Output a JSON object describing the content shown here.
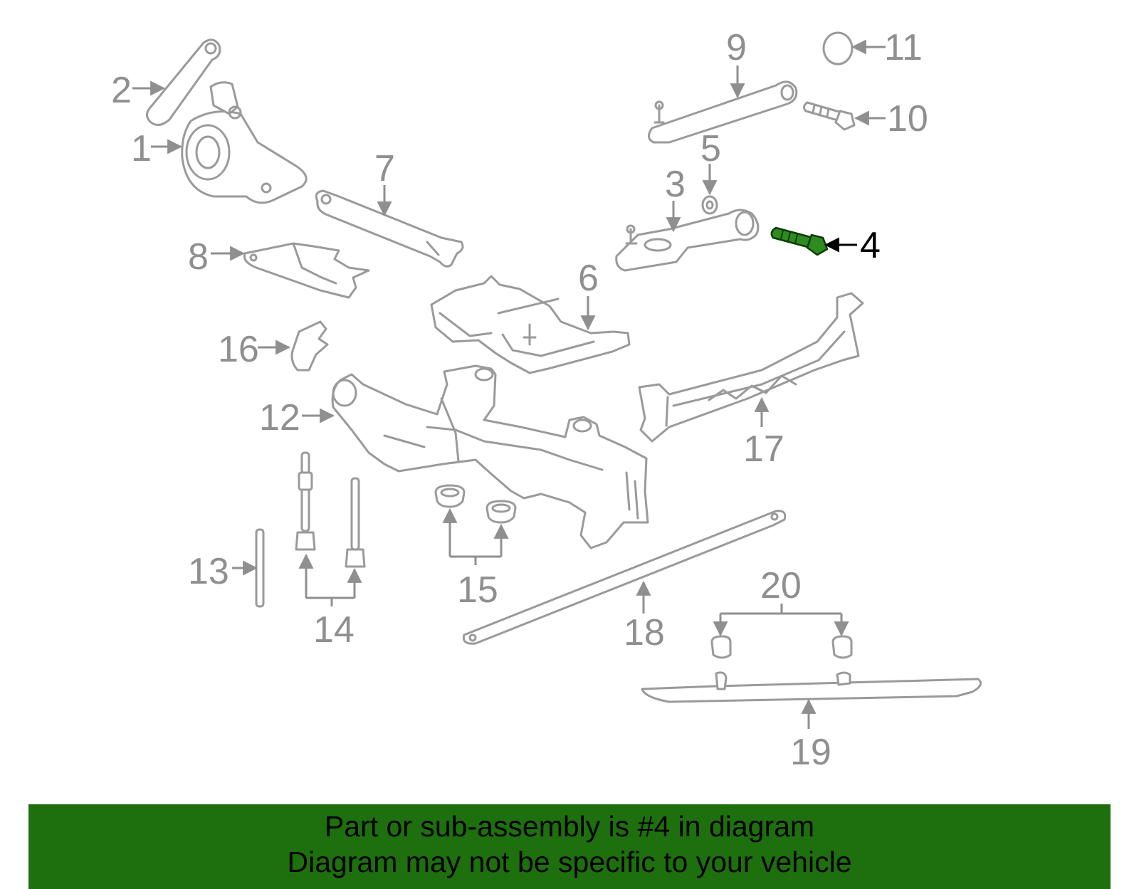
{
  "callouts": {
    "n1": "1",
    "n2": "2",
    "n3": "3",
    "n4": "4",
    "n5": "5",
    "n6": "6",
    "n7": "7",
    "n8": "8",
    "n9": "9",
    "n10": "10",
    "n11": "11",
    "n12": "12",
    "n13": "13",
    "n14": "14",
    "n15": "15",
    "n16": "16",
    "n17": "17",
    "n18": "18",
    "n19": "19",
    "n20": "20"
  },
  "highlighted_part": "4",
  "colors": {
    "part_outline": "#9a9a9a",
    "callout_text": "#8f8f8f",
    "highlight_fill": "#2f8a1f",
    "banner_background": "#1e6f0e",
    "banner_text": "#000000"
  },
  "banner": {
    "line1": "Part or sub-assembly is #4 in diagram",
    "line2": "Diagram may not be specific to your vehicle"
  }
}
